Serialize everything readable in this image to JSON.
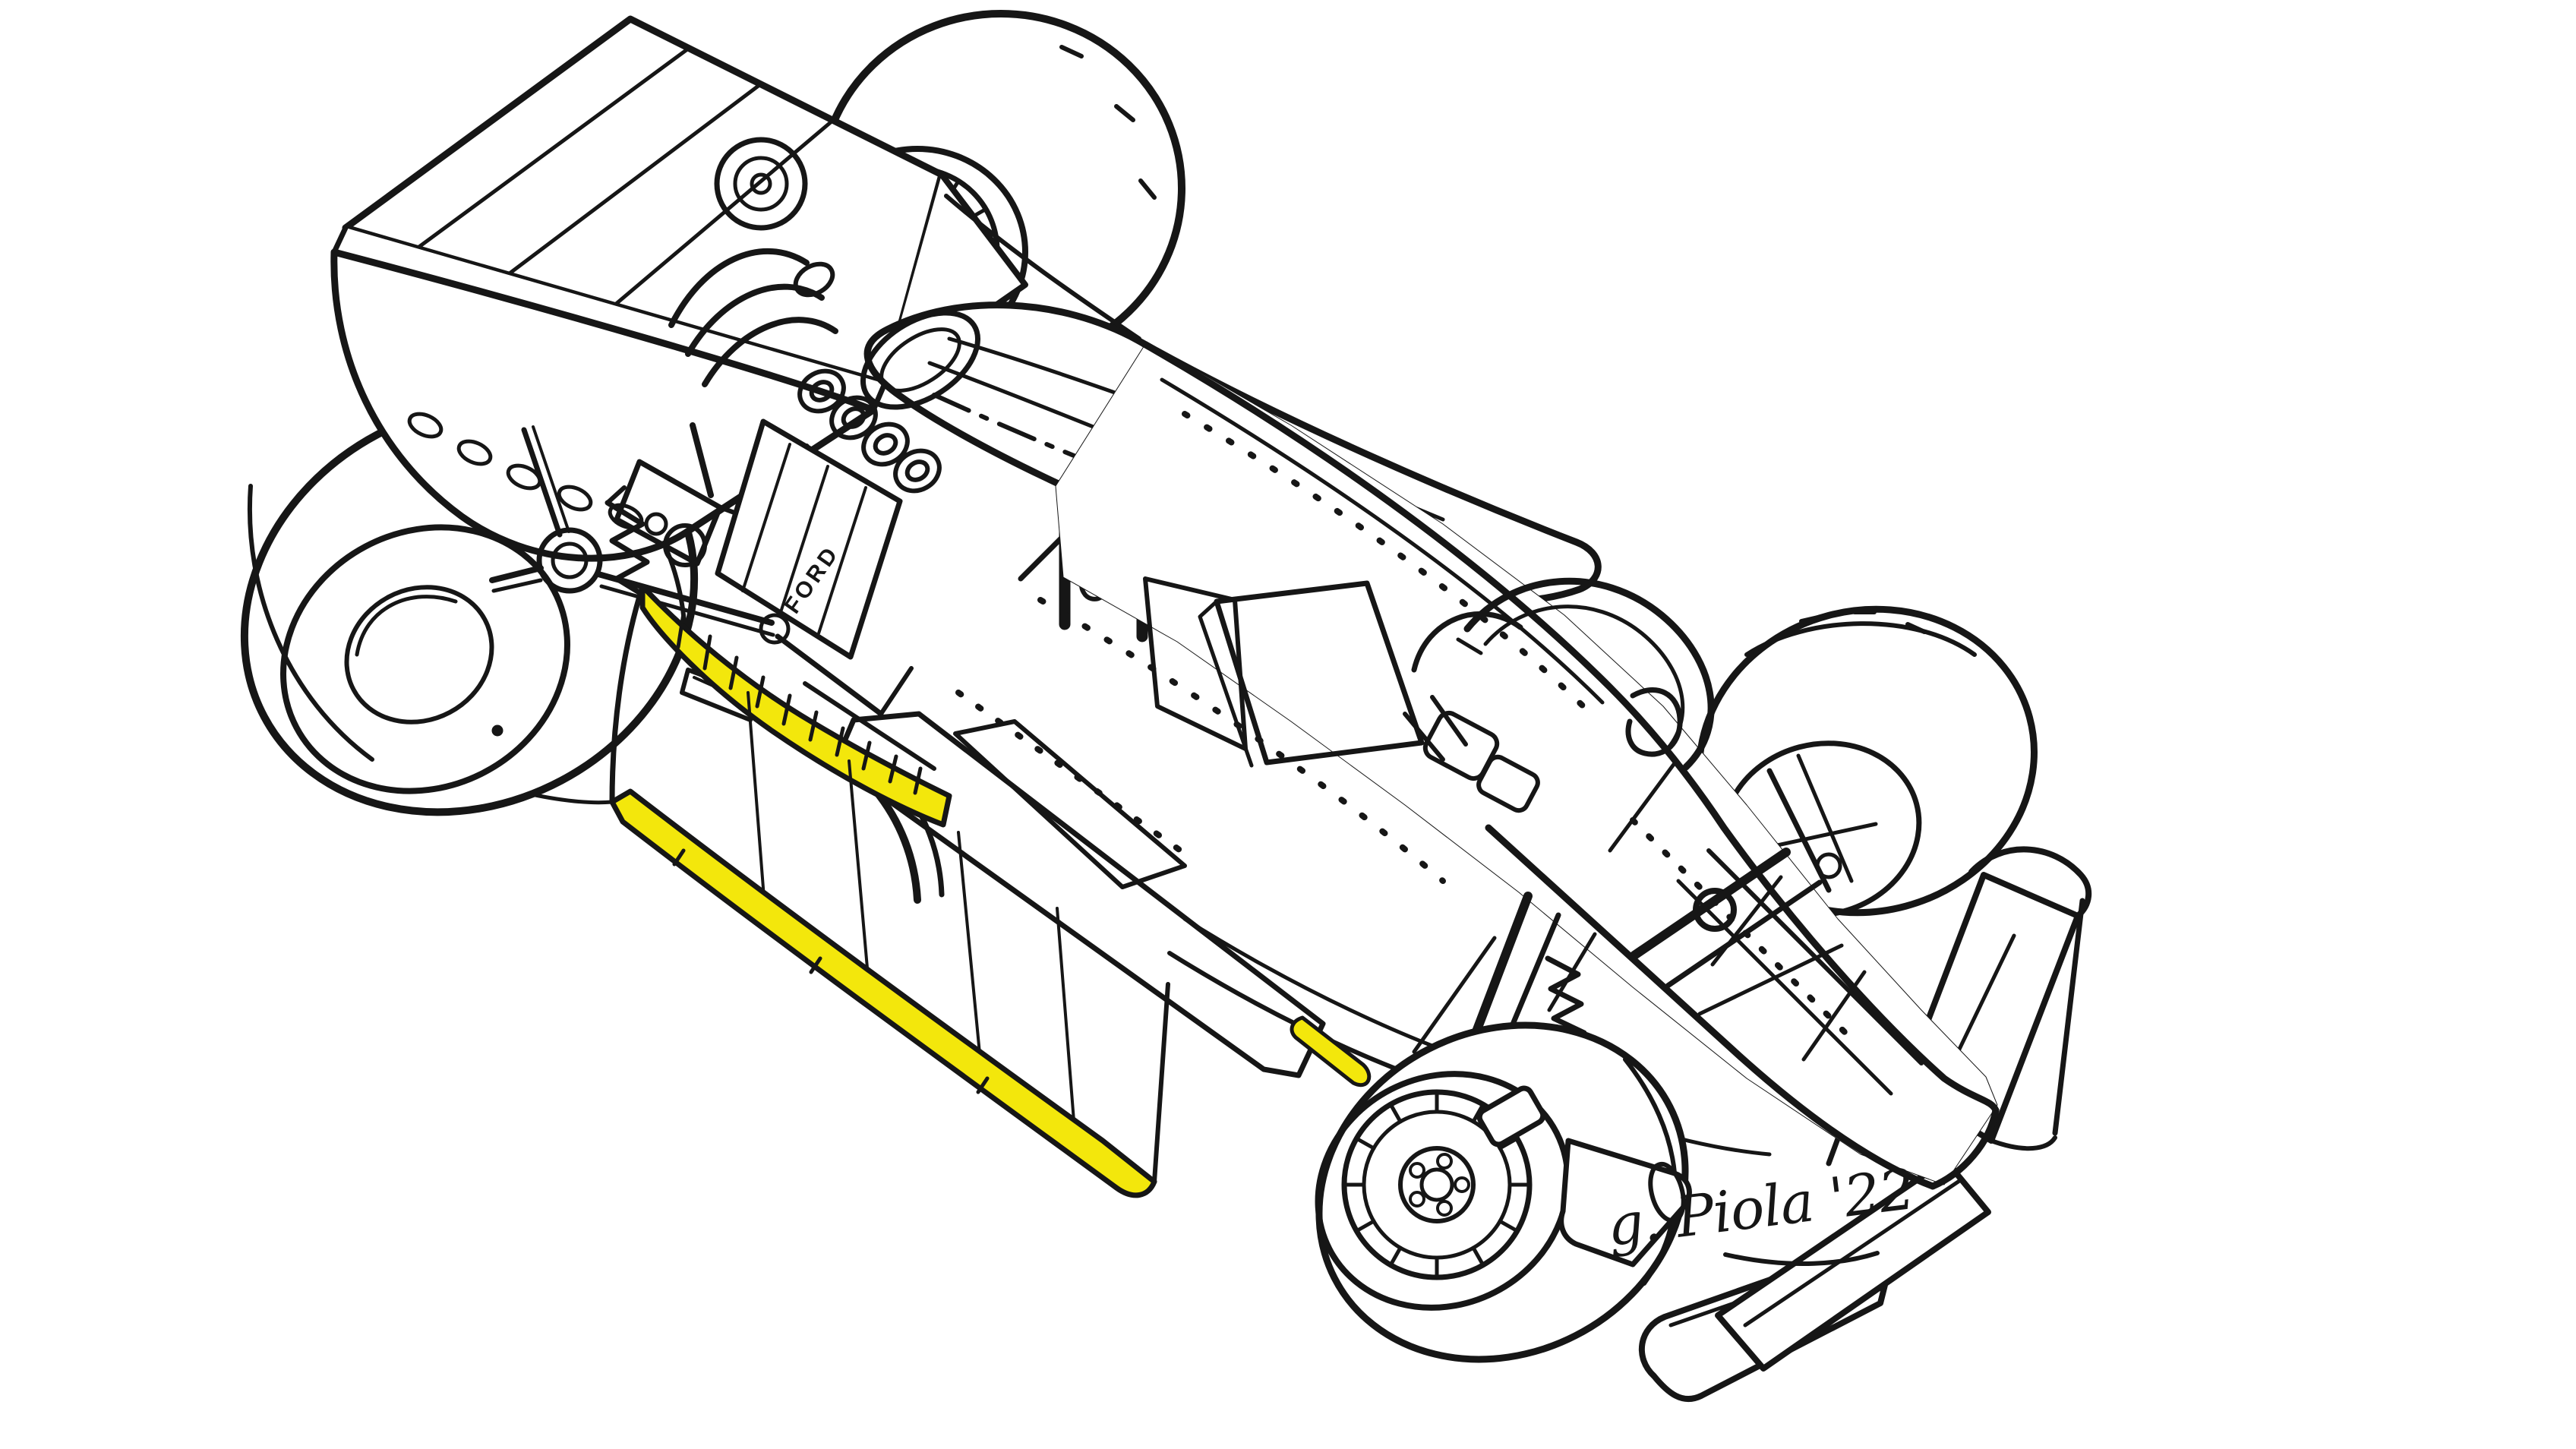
{
  "figure": {
    "type": "technical-cutaway-line-drawing",
    "subject": "1970s ground-effect Formula 1 car, three-quarter cutaway illustration",
    "artist_signature": "g. Piola '22",
    "engine_brand_label": "FORD",
    "colors": {
      "paper": "#ffffff",
      "ink": "#161616",
      "highlight": "#f3e70c"
    },
    "highlighted_regions": [
      "sidepod venturi upper surface",
      "sidepod venturi channel floor",
      "side-skirt lower edge",
      "right-side skirt tip"
    ]
  }
}
